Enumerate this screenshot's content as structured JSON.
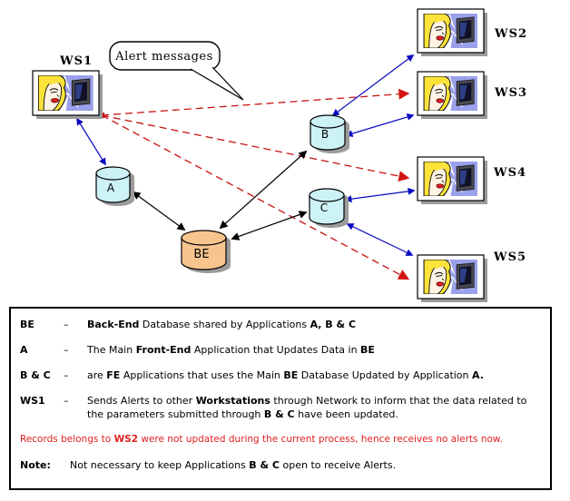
{
  "diagram": {
    "bubble_label": "Alert messages",
    "nodes": {
      "ws1": "WS1",
      "ws2": "WS2",
      "ws3": "WS3",
      "ws4": "WS4",
      "ws5": "WS5",
      "db_a": "A",
      "db_b": "B",
      "db_c": "C",
      "db_be": "BE"
    },
    "colors": {
      "alert_dashed_line": "#c81414",
      "network_link_blue": "#0a0ac0",
      "db_cylinder_cyan": "#cdf2f6",
      "backend_cylinder_peach": "#f8c48e",
      "shadow_gray": "#9b9b9b",
      "alert_text_red": "#e02020"
    }
  },
  "legend": {
    "rows": [
      {
        "term": "BE",
        "dash": "–",
        "desc": [
          {
            "t": "Back-End",
            "b": true
          },
          {
            "t": " Database shared by Applications ",
            "b": false
          },
          {
            "t": "A, B & C",
            "b": true
          }
        ]
      },
      {
        "term": "A",
        "dash": "–",
        "desc": [
          {
            "t": "The Main ",
            "b": false
          },
          {
            "t": "Front-End",
            "b": true
          },
          {
            "t": " Application that Updates Data in ",
            "b": false
          },
          {
            "t": "BE",
            "b": true
          }
        ]
      },
      {
        "term": "B & C",
        "dash": "–",
        "desc": [
          {
            "t": "are ",
            "b": false
          },
          {
            "t": "FE",
            "b": true
          },
          {
            "t": " Applications that uses the Main ",
            "b": false
          },
          {
            "t": "BE",
            "b": true
          },
          {
            "t": " Database Updated by Application ",
            "b": false
          },
          {
            "t": "A.",
            "b": true
          }
        ]
      },
      {
        "term": "WS1",
        "dash": "–",
        "desc": [
          {
            "t": "Sends Alerts to other ",
            "b": false
          },
          {
            "t": "Workstations",
            "b": true
          },
          {
            "t": " through Network to inform that the data related to the parameters submitted through ",
            "b": false
          },
          {
            "t": "B & C",
            "b": true
          },
          {
            "t": " have been updated.",
            "b": false
          }
        ]
      }
    ],
    "alert_line": [
      {
        "t": "Records belongs to ",
        "b": false
      },
      {
        "t": "WS2",
        "b": true
      },
      {
        "t": " were not updated during the current process, hence receives no alerts now.",
        "b": false
      }
    ],
    "note": {
      "term": "Note:",
      "desc": [
        {
          "t": "Not necessary to keep Applications ",
          "b": false
        },
        {
          "t": "B & C",
          "b": true
        },
        {
          "t": " open to receive Alerts.",
          "b": false
        }
      ]
    }
  }
}
